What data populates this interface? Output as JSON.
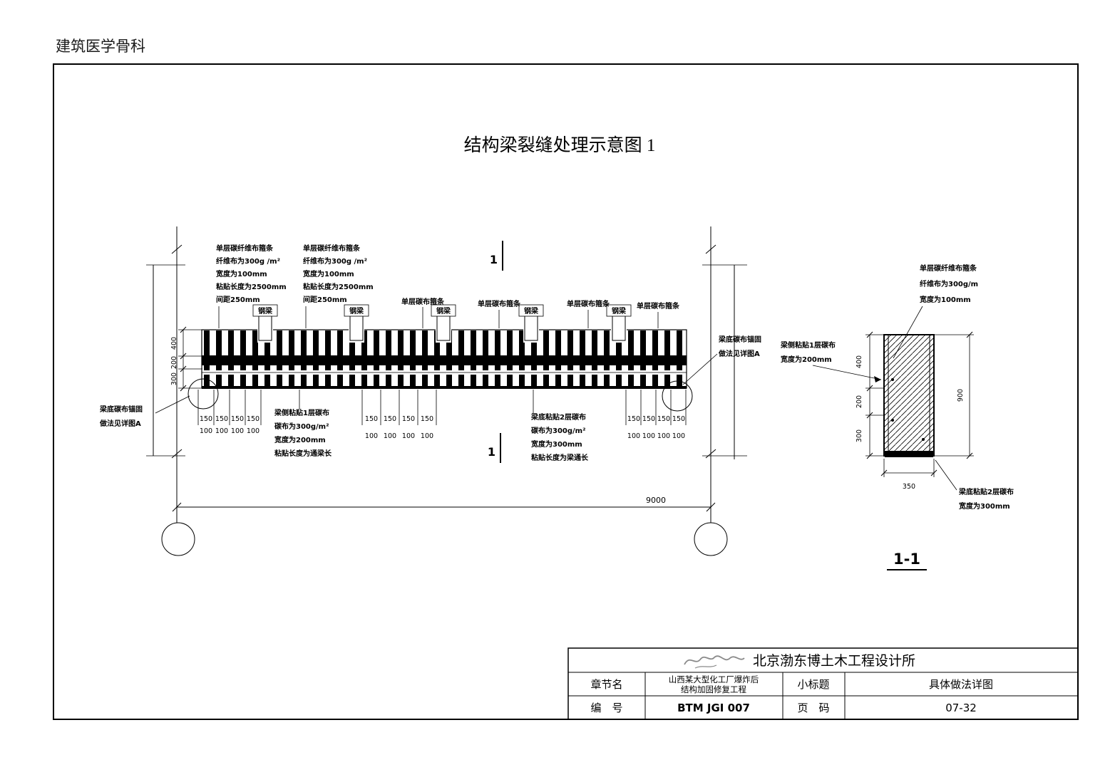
{
  "colors": {
    "ink": "#000000",
    "paper": "#ffffff",
    "logo_ink": "#8a8a8a"
  },
  "watermark": "建筑医学骨科",
  "title": "结构梁裂缝处理示意图 1",
  "section_cut": {
    "mark": "1"
  },
  "elevation": {
    "note_hoop_left": {
      "lines": [
        "单层碳纤维布箍条",
        "纤维布为300g /m²",
        "宽度为100mm",
        "粘贴长度为2500mm",
        "间距250mm"
      ]
    },
    "note_hoop_mid": {
      "lines": [
        "单层碳纤维布箍条",
        "纤维布为300g /m²",
        "宽度为100mm",
        "粘贴长度为2500mm",
        "间距250mm"
      ]
    },
    "steel_label": "钢梁",
    "hoop_label": "单层碳布箍条",
    "note_anchor_left": {
      "lines": [
        "梁底碳布锚固",
        "做法见详图A"
      ]
    },
    "note_anchor_right": {
      "lines": [
        "梁底碳布锚固",
        "做法见详图A"
      ]
    },
    "note_side": {
      "lines": [
        "梁侧粘贴1层碳布",
        "碳布为300g/m²",
        "宽度为200mm",
        "粘贴长度为通梁长"
      ]
    },
    "note_bottom": {
      "lines": [
        "梁底粘贴2层碳布",
        "碳布为300g/m²",
        "宽度为300mm",
        "粘贴长度为梁通长"
      ]
    },
    "dim_heights": [
      "400",
      "200",
      "300"
    ],
    "dim_span": "9000",
    "dim_groups": {
      "left": {
        "row1": [
          "150",
          "150",
          "150",
          "150"
        ],
        "row2": [
          "100",
          "100",
          "100",
          "100"
        ]
      },
      "mid": {
        "row1": [
          "150",
          "150",
          "150",
          "150"
        ],
        "row2": [
          "100",
          "100",
          "100",
          "100"
        ]
      },
      "right": {
        "row1": [
          "150",
          "150",
          "150",
          "150"
        ],
        "row2": [
          "100",
          "100",
          "100",
          "100"
        ]
      }
    }
  },
  "section": {
    "label": "1-1",
    "note_hoop": {
      "lines": [
        "单层碳纤维布箍条",
        "纤维布为300g/m",
        "宽度为100mm"
      ]
    },
    "note_side": {
      "lines": [
        "梁侧粘贴1层碳布",
        "宽度为200mm"
      ]
    },
    "note_bottom": {
      "lines": [
        "梁底粘贴2层碳布",
        "宽度为300mm"
      ]
    },
    "dim_heights": [
      "400",
      "200",
      "300"
    ],
    "dim_total": "900",
    "dim_width": "350"
  },
  "titleblock": {
    "company": "北京渤东博土木工程设计所",
    "chapter_label": "章节名",
    "project_lines": [
      "山西某大型化工厂爆炸后",
      "结构加固修复工程"
    ],
    "subtitle_label": "小标题",
    "subtitle_value": "具体做法详图",
    "number_label": "编　号",
    "number_value": "BTM JGI 007",
    "page_label": "页　码",
    "page_value": "07-32"
  }
}
